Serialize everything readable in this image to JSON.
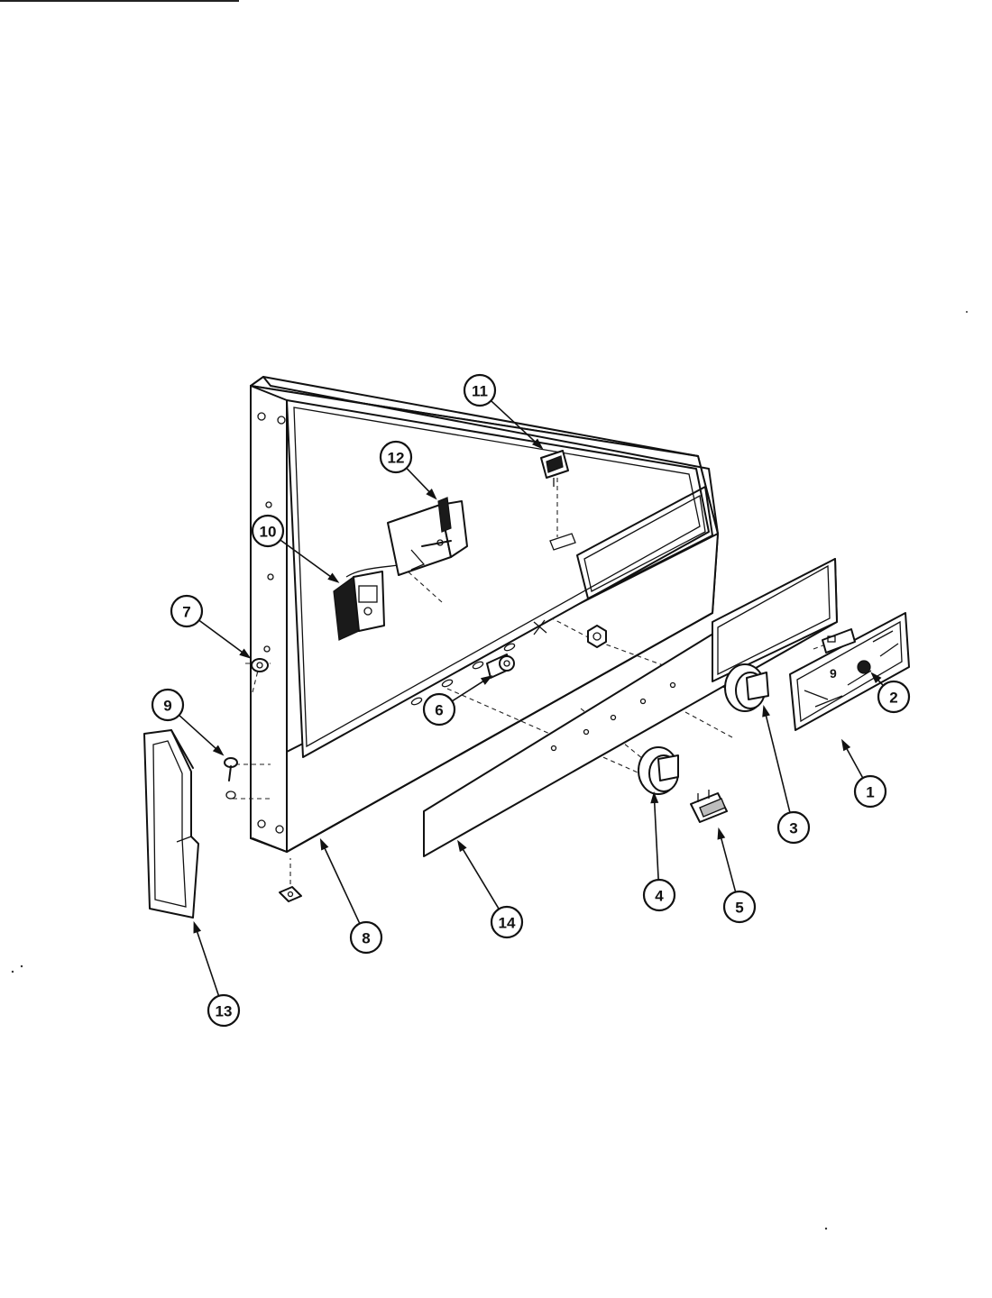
{
  "diagram": {
    "callouts": [
      {
        "id": "part-1",
        "label": "1"
      },
      {
        "id": "part-2",
        "label": "2"
      },
      {
        "id": "part-3",
        "label": "3"
      },
      {
        "id": "part-4",
        "label": "4"
      },
      {
        "id": "part-5",
        "label": "5"
      },
      {
        "id": "part-6",
        "label": "6"
      },
      {
        "id": "part-7",
        "label": "7"
      },
      {
        "id": "part-8",
        "label": "8"
      },
      {
        "id": "part-9",
        "label": "9"
      },
      {
        "id": "part-10",
        "label": "10"
      },
      {
        "id": "part-11",
        "label": "11"
      },
      {
        "id": "part-12",
        "label": "12"
      },
      {
        "id": "part-13",
        "label": "13"
      },
      {
        "id": "part-14",
        "label": "14"
      }
    ],
    "parts": {
      "control_panel_housing": "8",
      "end_cap": "13",
      "decal_overlay": "14",
      "knob_left": "4",
      "knob_right": "3",
      "rocker_switch": "5",
      "selector_switch": "10",
      "timer": "12",
      "indicator_switch": "11",
      "nut": "7",
      "screw": "9",
      "lamp_socket": "6",
      "graphics_panel": "1",
      "panel_knob": "2"
    },
    "colors": {
      "line": "#111111",
      "background": "#ffffff"
    }
  }
}
